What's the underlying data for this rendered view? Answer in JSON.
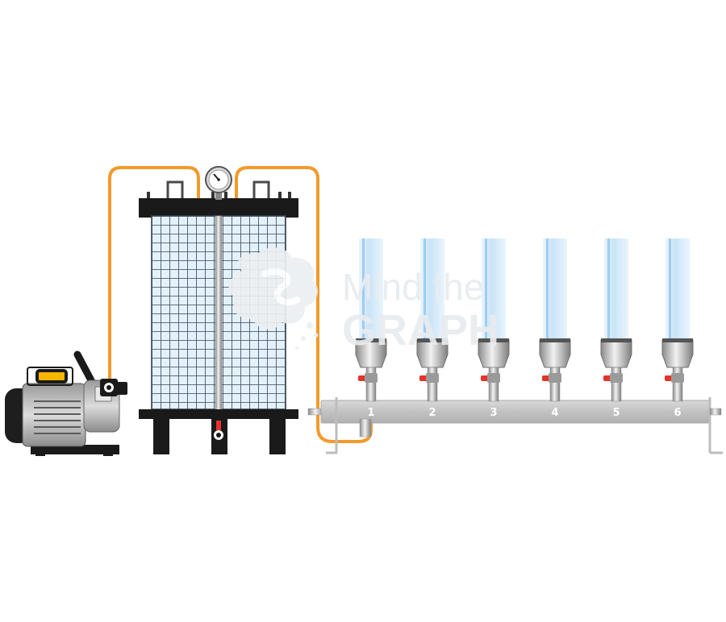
{
  "watermark": {
    "line1": "Mind the",
    "line2": "GRAPH"
  },
  "manifold": {
    "ports": [
      "1",
      "2",
      "3",
      "4",
      "5",
      "6"
    ]
  },
  "colors": {
    "tubing": "#f39a2b",
    "valve_handle": "#e5332a",
    "pump_badge": "#f7b500",
    "manifold": "#c8c8c8",
    "glass": "#d6ebfa",
    "dark": "#1a1a1a"
  },
  "icons": {
    "pressure_gauge": "gauge-icon",
    "pump": "vacuum-pump",
    "filter_tank": "filter-tank",
    "watermark_logo": "brain-logo"
  }
}
